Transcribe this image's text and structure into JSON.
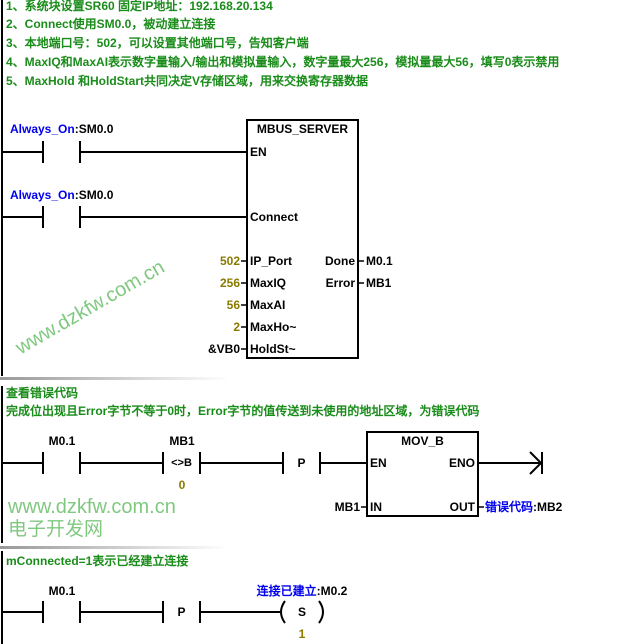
{
  "notes": [
    "1、系统块设置SR60  固定IP地址：192.168.20.134",
    "2、Connect使用SM0.0，被动建立连接",
    "3、本地端口号：502，可以设置其他端口号，告知客户端",
    "4、MaxIQ和MaxAI表示数字量输入/输出和模拟量输入，数字量最大256，模拟量最大56，填写0表示禁用",
    "5、MaxHold 和HoldStart共同决定V存储区域，用来交换寄存器数据"
  ],
  "network1": {
    "contact1": {
      "symbol": "Always_On",
      "addr": ":SM0.0"
    },
    "contact2": {
      "symbol": "Always_On",
      "addr": ":SM0.0"
    },
    "block": {
      "title": "MBUS_SERVER",
      "inputs": [
        "EN",
        "Connect",
        "IP_Port",
        "MaxIQ",
        "MaxAI",
        "MaxHo~",
        "HoldSt~"
      ],
      "input_values": [
        "502",
        "256",
        "56",
        "2",
        "&VB0"
      ],
      "outputs": [
        "Done",
        "Error"
      ],
      "output_values": [
        "M0.1",
        "MB1"
      ]
    }
  },
  "network2": {
    "title": "查看错误代码",
    "comment": "完成位出现且Error字节不等于0时，Error字节的值传送到未使用的地址区域，为错误代码",
    "contact1": "M0.1",
    "compare": {
      "operand": "MB1",
      "op": "<>B",
      "value": "0"
    },
    "pulse": "P",
    "block": {
      "title": "MOV_B",
      "en": "EN",
      "eno": "ENO",
      "in": "IN",
      "out": "OUT",
      "in_value": "MB1",
      "out_symbol": "错误代码",
      "out_addr": ":MB2"
    }
  },
  "network3": {
    "title": "mConnected=1表示已经建立连接",
    "contact1": "M0.1",
    "pulse": "P",
    "coil": {
      "symbol": "连接已建立",
      "addr": ":M0.2",
      "type": "S",
      "count": "1"
    }
  },
  "watermark": {
    "url": "www.dzkfw.com.cn",
    "name": "电子开发网"
  }
}
